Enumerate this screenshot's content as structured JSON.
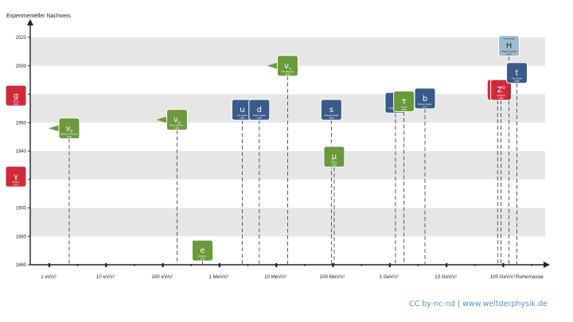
{
  "colors": {
    "boson": "#d02a3a",
    "lepton": "#6a9a3c",
    "quark": "#3a5a8a",
    "higgs": "#9fbccf",
    "band": "#e6e6e6",
    "axis": "#222222",
    "footer": "#5b8fc4"
  },
  "chart_data": {
    "type": "scatter",
    "title": "",
    "ylabel": "Experimenteller Nachweis",
    "xlabel": "Ruhemasse",
    "x_scale": "log",
    "x_unit": "eV/c²",
    "y_range": [
      1860,
      2020
    ],
    "y_ticks": [
      "1860",
      "1880",
      "1900",
      "1920",
      "1940",
      "1960",
      "1980",
      "2000",
      "2020"
    ],
    "x_ticks": [
      {
        "label": "1 eV/c²",
        "log10_eV": 0
      },
      {
        "label": "10 eV/c²",
        "log10_eV": 1
      },
      {
        "label": "100 eV/c²",
        "log10_eV": 2
      },
      {
        "label": "1 MeV/c²",
        "log10_eV": 3
      },
      {
        "label": "10 MeV/c²",
        "log10_eV": 4
      },
      {
        "label": "100 MeV/c²",
        "log10_eV": 5
      },
      {
        "label": "1 GeV/c²",
        "log10_eV": 6
      },
      {
        "label": "10 GeV/c²",
        "log10_eV": 7
      },
      {
        "label": "100 GeV/c²",
        "log10_eV": 8
      }
    ],
    "particles": [
      {
        "symbol": "g",
        "sub": "",
        "sup": "",
        "name": "Gluon",
        "year": "1979",
        "cls": "boson",
        "side": "left",
        "year_value": 1979
      },
      {
        "symbol": "γ",
        "sub": "",
        "sup": "",
        "name": "Photon",
        "year": "1923",
        "cls": "boson",
        "side": "left",
        "year_value": 1922
      },
      {
        "symbol": "ν",
        "sub": "e",
        "sup": "",
        "name": "Elektron-Neutrino",
        "year": "1956",
        "cls": "lepton",
        "mass_log10": 0.35,
        "year_value": 1956,
        "pointer": "left"
      },
      {
        "symbol": "ν",
        "sub": "μ",
        "sup": "",
        "name": "Myon-Neutrino",
        "year": "1962",
        "cls": "lepton",
        "mass_log10": 2.25,
        "year_value": 1962,
        "pointer": "left"
      },
      {
        "symbol": "e",
        "sub": "",
        "sup": "",
        "name": "Elektron",
        "year": "1874",
        "cls": "lepton",
        "mass_log10": 2.7,
        "year_value": 1870
      },
      {
        "symbol": "u",
        "sub": "",
        "sup": "",
        "name": "Up-Quark",
        "year": "1969",
        "cls": "quark",
        "mass_log10": 3.4,
        "year_value": 1969
      },
      {
        "symbol": "d",
        "sub": "",
        "sup": "",
        "name": "Down-Quark",
        "year": "1969",
        "cls": "quark",
        "mass_log10": 3.7,
        "year_value": 1969
      },
      {
        "symbol": "ν",
        "sub": "τ",
        "sup": "",
        "name": "Tau-Neutrino",
        "year": "2000",
        "cls": "lepton",
        "mass_log10": 4.2,
        "year_value": 2000,
        "pointer": "left"
      },
      {
        "symbol": "s",
        "sub": "",
        "sup": "",
        "name": "Strange-Quark",
        "year": "1969",
        "cls": "quark",
        "mass_log10": 4.97,
        "year_value": 1969
      },
      {
        "symbol": "μ",
        "sub": "",
        "sup": "",
        "name": "Myon",
        "year": "1936",
        "cls": "lepton",
        "mass_log10": 5.02,
        "year_value": 1936
      },
      {
        "symbol": "c",
        "sub": "",
        "sup": "",
        "name": "Charm-Quark",
        "year": "1974",
        "cls": "quark",
        "mass_log10": 6.1,
        "year_value": 1974
      },
      {
        "symbol": "τ",
        "sub": "",
        "sup": "",
        "name": "Tauon",
        "year": "1975",
        "cls": "lepton",
        "mass_log10": 6.25,
        "year_value": 1975
      },
      {
        "symbol": "b",
        "sub": "",
        "sup": "",
        "name": "Bottom-Quark",
        "year": "1977",
        "cls": "quark",
        "mass_log10": 6.62,
        "year_value": 1977
      },
      {
        "symbol": "W",
        "sub": "",
        "sup": "±",
        "name": "W-Bosonen",
        "year": "1983",
        "cls": "boson",
        "mass_log10": 7.9,
        "year_value": 1983
      },
      {
        "symbol": "Z",
        "sub": "",
        "sup": "0",
        "name": "Z-Boson",
        "year": "1983",
        "cls": "boson",
        "mass_log10": 7.96,
        "year_value": 1983
      },
      {
        "symbol": "H",
        "sub": "",
        "sup": "",
        "name": "Higgs-Kandidat",
        "year": "2012",
        "top": "neutral·teilch",
        "cls": "higgs",
        "mass_log10": 8.1,
        "year_value": 2014
      },
      {
        "symbol": "t",
        "sub": "",
        "sup": "",
        "name": "Top-Quark",
        "year": "1995",
        "cls": "quark",
        "mass_log10": 8.24,
        "year_value": 1995
      }
    ]
  },
  "footer": "CC by-nc-nd | www.weltderphysik.de"
}
